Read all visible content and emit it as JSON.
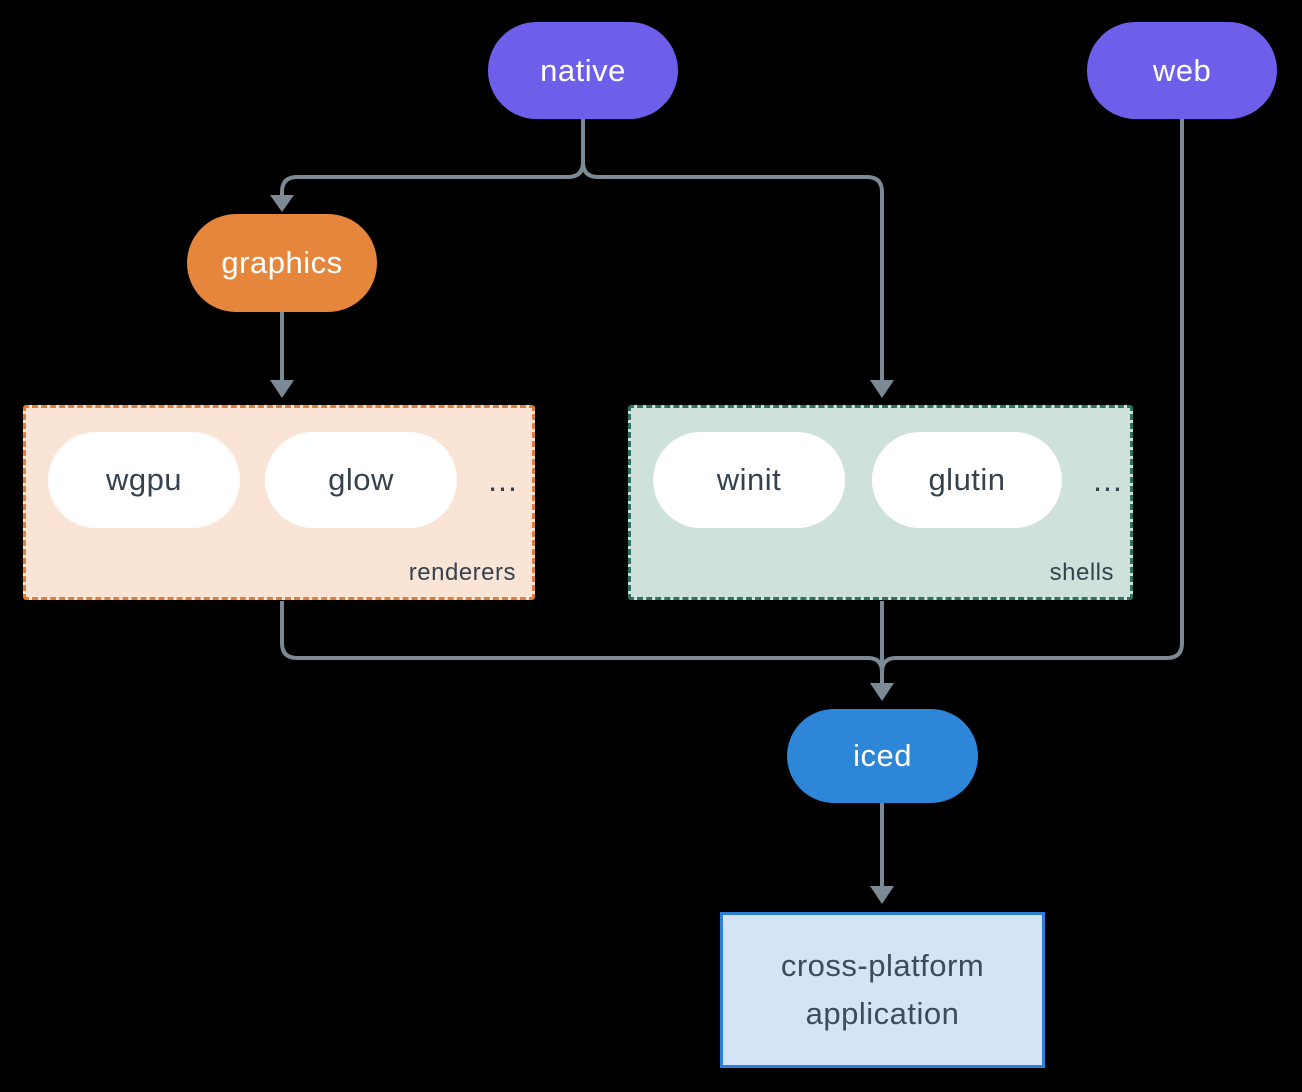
{
  "diagram": {
    "nodes": {
      "native": {
        "label": "native"
      },
      "web": {
        "label": "web"
      },
      "graphics": {
        "label": "graphics"
      },
      "iced": {
        "label": "iced"
      },
      "application": {
        "label": "cross-platform application"
      }
    },
    "groups": {
      "renderers": {
        "label": "renderers",
        "items": [
          "wgpu",
          "glow"
        ],
        "ellipsis": "..."
      },
      "shells": {
        "label": "shells",
        "items": [
          "winit",
          "glutin"
        ],
        "ellipsis": "..."
      }
    },
    "edges": [
      {
        "from": "native",
        "to": "graphics"
      },
      {
        "from": "native",
        "to": "shells"
      },
      {
        "from": "graphics",
        "to": "renderers"
      },
      {
        "from": "renderers",
        "to": "iced"
      },
      {
        "from": "shells",
        "to": "iced"
      },
      {
        "from": "web",
        "to": "iced"
      },
      {
        "from": "iced",
        "to": "application"
      }
    ]
  },
  "colors": {
    "purple": "#6d5fe9",
    "orange": "#e5863c",
    "blue": "#2d86d8",
    "renderers-fill": "#fae4d6",
    "renderers-border": "#df7f3a",
    "shells-fill": "#cfe1db",
    "shells-border": "#2e7265",
    "app-fill": "#d2e4f6",
    "app-border": "#2d7fd9",
    "app-text": "#3e4b58",
    "dark-text": "#36424e",
    "line": "#7b8a95",
    "bg": "#000000"
  }
}
